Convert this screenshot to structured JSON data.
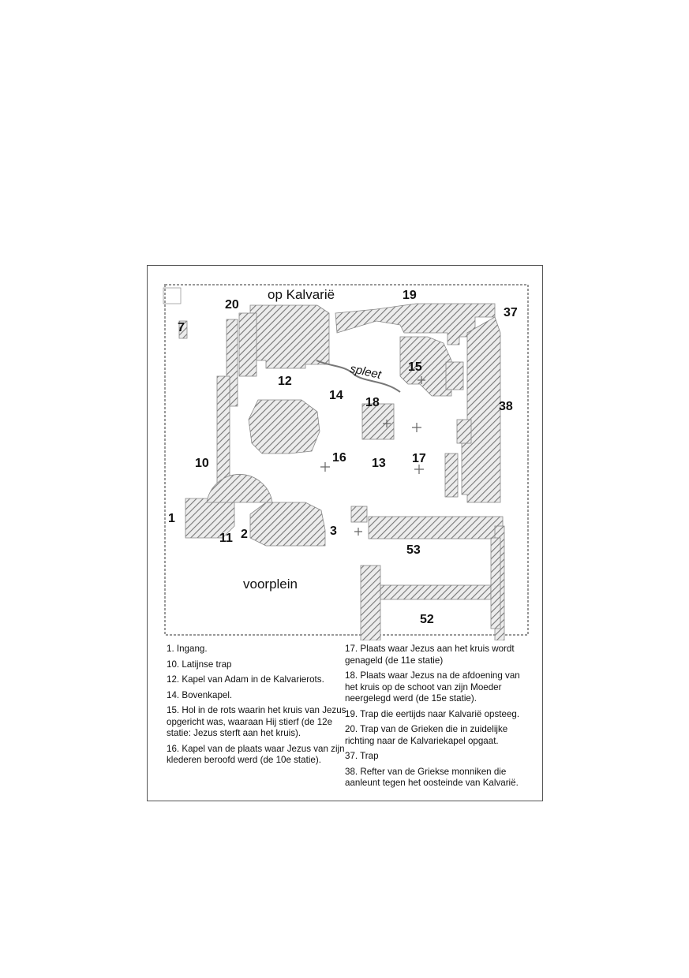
{
  "map": {
    "areas": [
      {
        "id": "1",
        "label": "1"
      },
      {
        "id": "2",
        "label": "2"
      },
      {
        "id": "3",
        "label": "3"
      },
      {
        "id": "7",
        "label": "7"
      },
      {
        "id": "10",
        "label": "10"
      },
      {
        "id": "11",
        "label": "11"
      },
      {
        "id": "12",
        "label": "12"
      },
      {
        "id": "13",
        "label": "13"
      },
      {
        "id": "14",
        "label": "14"
      },
      {
        "id": "15",
        "label": "15"
      },
      {
        "id": "16",
        "label": "16"
      },
      {
        "id": "17",
        "label": "17"
      },
      {
        "id": "18",
        "label": "18"
      },
      {
        "id": "19",
        "label": "19"
      },
      {
        "id": "20",
        "label": "20"
      },
      {
        "id": "37",
        "label": "37"
      },
      {
        "id": "38",
        "label": "38"
      },
      {
        "id": "52",
        "label": "52"
      },
      {
        "id": "53",
        "label": "53"
      }
    ],
    "place_names": {
      "top": "op Kalvarië",
      "bottom": "voorplein",
      "crack": "spleet"
    }
  },
  "legend": {
    "left": [
      "1. Ingang.",
      "10. Latijnse trap",
      "12. Kapel van Adam in de Kalvarierots.",
      "14. Bovenkapel.",
      "15. Hol in de rots waarin het kruis van Jezus opgericht was, waaraan Hij stierf (de 12e statie: Jezus sterft aan het kruis).",
      "16. Kapel van de plaats waar Jezus van zijn klederen beroofd werd (de 10e statie)."
    ],
    "right": [
      "17. Plaats waar Jezus aan het kruis wordt genageld (de 11e statie)",
      "18. Plaats waar Jezus na de afdoening van het kruis op de schoot van zijn Moeder neergelegd werd (de 15e statie).",
      "19. Trap die eertijds naar Kalvarië opsteeg.",
      "20. Trap van de Grieken die in zuidelijke richting naar de Kalvariekapel opgaat.",
      "37. Trap",
      "38. Refter van de Griekse monniken die aanleunt tegen het oosteinde van Kalvarië."
    ]
  }
}
